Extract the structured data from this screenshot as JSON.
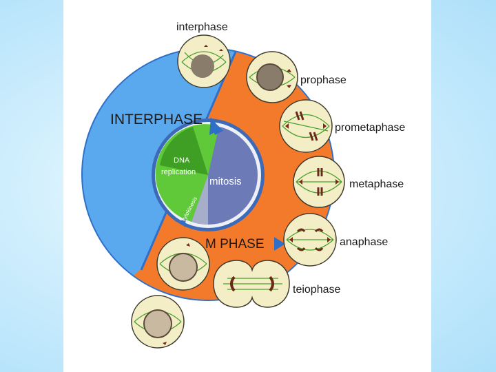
{
  "diagram": {
    "big_labels": {
      "interphase": "INTERPHASE",
      "m_phase": "M PHASE"
    },
    "inner_labels": {
      "dna_line1": "DNA",
      "dna_line2": "replication",
      "mitosis": "mitosis",
      "cytokinesis": "cytokinesis"
    },
    "stages": {
      "interphase": "interphase",
      "prophase": "prophase",
      "prometaphase": "prometaphase",
      "metaphase": "metaphase",
      "anaphase": "anaphase",
      "telophase": "teiophase"
    },
    "colors": {
      "interphase_blue": "#5aa8ee",
      "m_phase_orange": "#f47a2b",
      "ring_outline": "#2f6fc7",
      "dna_green": "#60c93a",
      "mitosis_slate": "#6c7ab8",
      "cytokinesis_grey": "#a7aec9",
      "cell_fill": "#f4eec7",
      "nucleus_brown": "#8a7c6a"
    }
  }
}
